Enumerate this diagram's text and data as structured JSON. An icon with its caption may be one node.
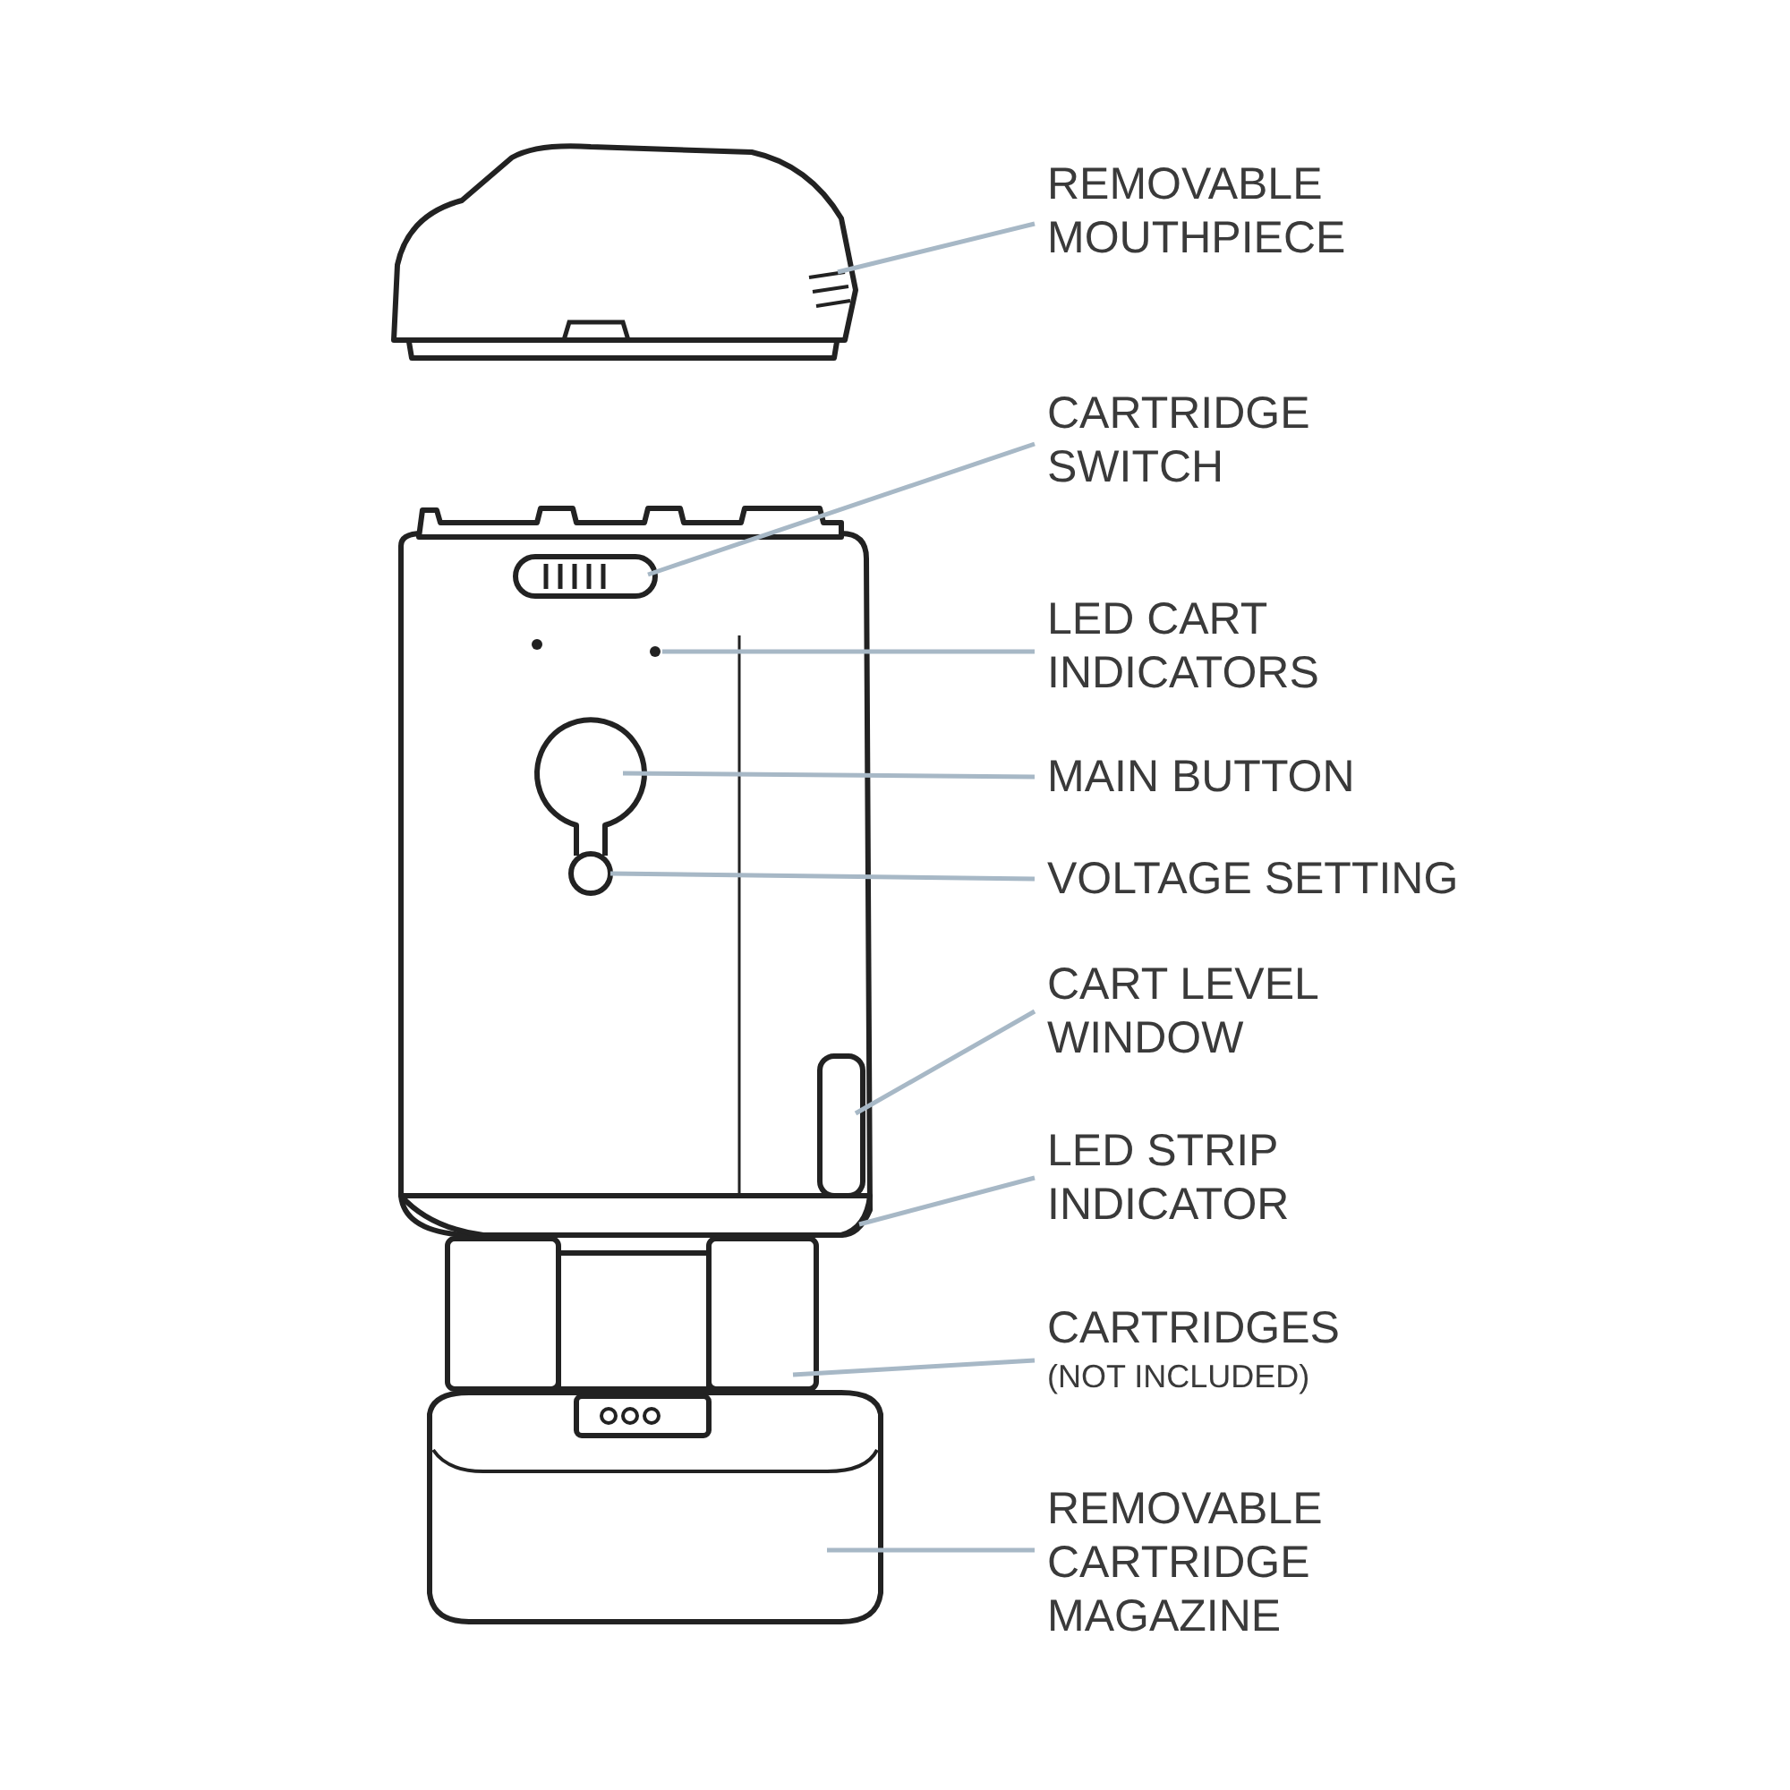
{
  "diagram": {
    "nodes": [
      {
        "text": [
          "REMOVABLE MOUTHPIECE"
        ]
      },
      {
        "text": [
          "CARTRIDGE SWITCH"
        ]
      },
      {
        "text": [
          "LED CART INDICATORS"
        ]
      },
      {
        "text": [
          "MAIN BUTTON"
        ]
      },
      {
        "text": [
          "VOLTAGE SETTING"
        ]
      },
      {
        "text": [
          "CART LEVEL WINDOW"
        ]
      },
      {
        "text": [
          "LED STRIP INDICATOR"
        ]
      },
      {
        "text": [
          "CARTRIDGES",
          "(NOT INCLUDED)"
        ]
      },
      {
        "text": [
          "REMOVABLE CARTRIDGE MAGAZINE"
        ]
      },
      {
        "text": [],
        "shape": "picture"
      },
      {
        "text": [],
        "shape": "box"
      },
      {
        "text": [],
        "shape": "circle"
      },
      {
        "text": [],
        "shape": "circle"
      },
      {
        "text": [],
        "shape": "circle"
      },
      {
        "text": [],
        "shape": "box"
      },
      {
        "text": [],
        "shape": "bar"
      },
      {
        "text": [],
        "shape": "cylinder"
      },
      {
        "text": [],
        "shape": "picture"
      }
    ],
    "edges": [
      {
        "from": 0,
        "to": 9,
        "arrow": "none"
      },
      {
        "from": 1,
        "to": 10,
        "arrow": "none"
      },
      {
        "from": 2,
        "to": 11,
        "arrow": "none"
      },
      {
        "from": 3,
        "to": 12,
        "arrow": "none"
      },
      {
        "from": 4,
        "to": 13,
        "arrow": "none"
      },
      {
        "from": 5,
        "to": 14,
        "arrow": "none"
      },
      {
        "from": 6,
        "to": 15,
        "arrow": "none"
      },
      {
        "from": 7,
        "to": 16,
        "arrow": "none"
      },
      {
        "from": 8,
        "to": 17,
        "arrow": "none"
      }
    ]
  }
}
